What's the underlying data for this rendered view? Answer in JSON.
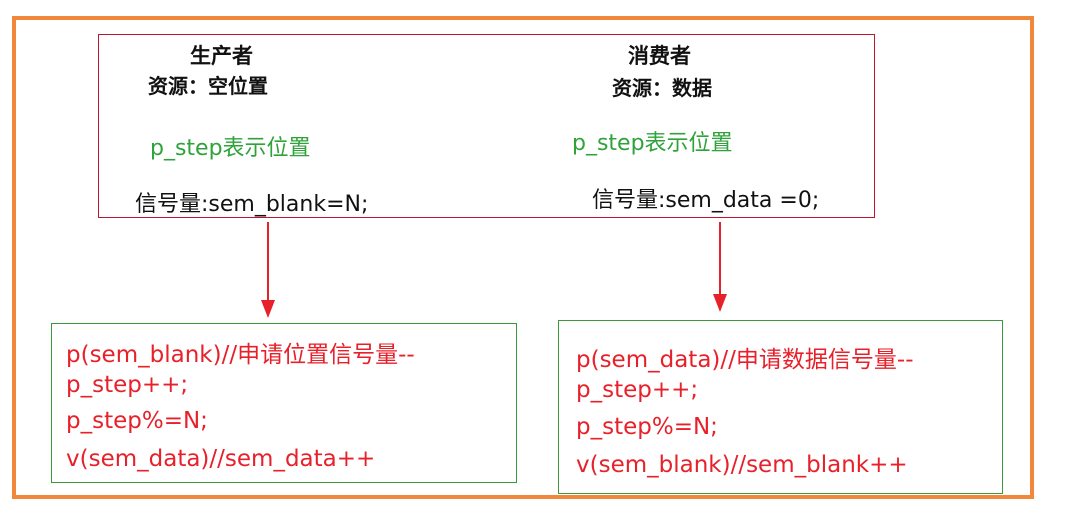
{
  "producer": {
    "title": "生产者",
    "resource": "资源：空位置",
    "step_note": "p_step表示位置",
    "semaphore": "信号量:sem_blank=N;",
    "code": [
      "p(sem_blank)//申请位置信号量--",
      "p_step++;",
      "p_step%=N;",
      "v(sem_data)//sem_data++"
    ]
  },
  "consumer": {
    "title": "消费者",
    "resource": "资源：数据",
    "step_note": "p_step表示位置",
    "semaphore": "信号量:sem_data =0;",
    "code": [
      "p(sem_data)//申请数据信号量--",
      "p_step++;",
      "p_step%=N;",
      "v(sem_blank)//sem_blank++"
    ]
  },
  "colors": {
    "frame": "#f0873a",
    "top_box_border": "#c0152f",
    "code_box_border": "#3a9a3a",
    "note_text": "#2fa33a",
    "code_text": "#e8202a",
    "arrow": "#e8202a"
  }
}
